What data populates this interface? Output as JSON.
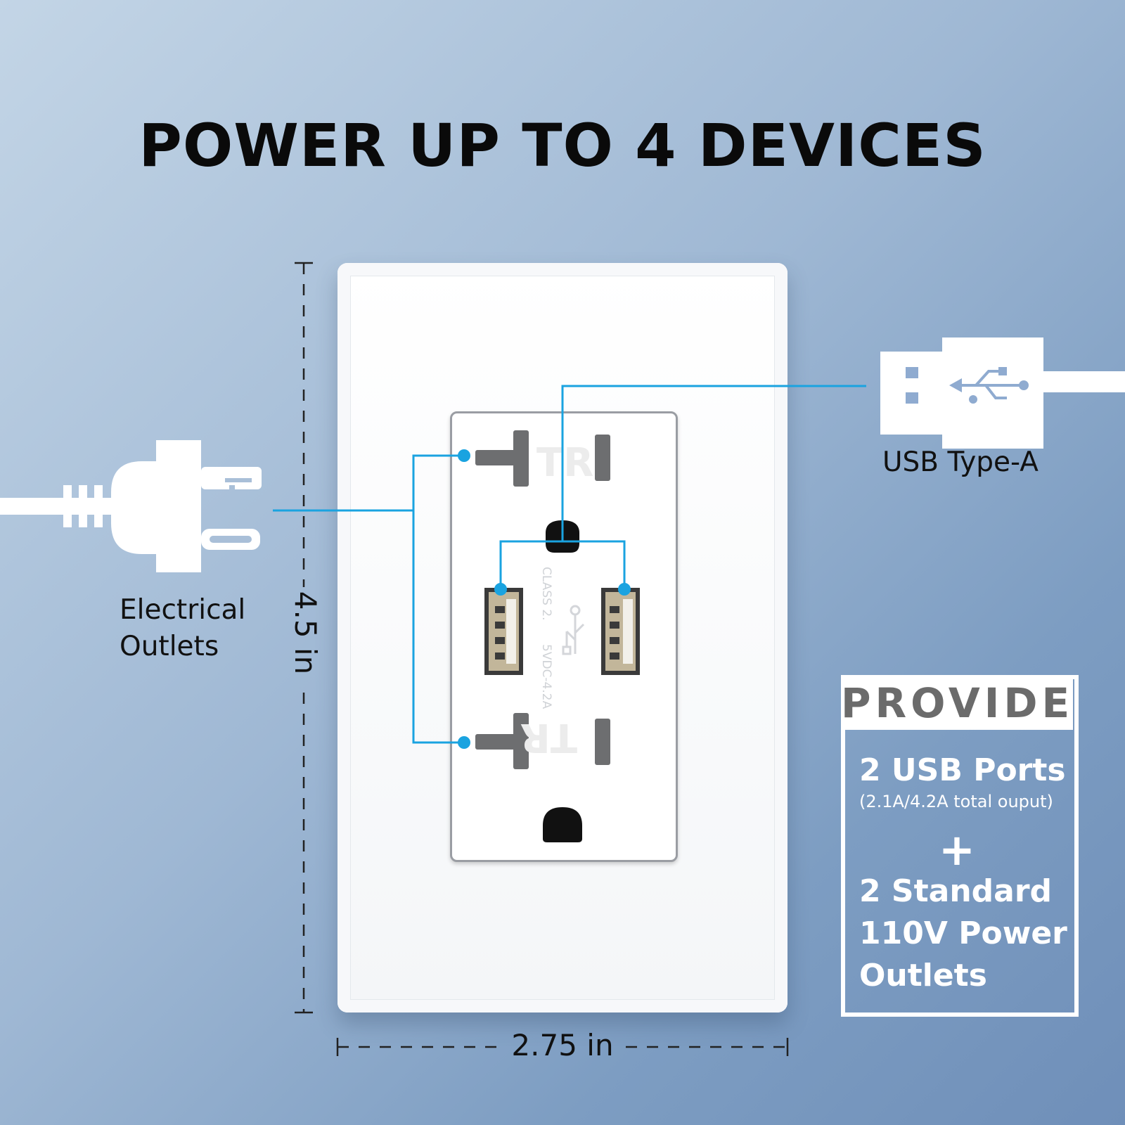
{
  "headline": "POWER UP TO 4 DEVICES",
  "labels": {
    "electrical_line1": "Electrical",
    "electrical_line2": "Outlets",
    "usb_type": "USB Type-A"
  },
  "dimensions": {
    "height": "4.5 in",
    "width": "2.75 in"
  },
  "outlet_markings": {
    "tr_top": "TR",
    "tr_bottom": "TR",
    "class_text": "CLASS 2.",
    "rating_text": "5VDC-4.2A"
  },
  "provide": {
    "title": "PROVIDE",
    "usb_ports": "2 USB Ports",
    "usb_output": "(2.1A/4.2A total ouput)",
    "plus": "+",
    "standard_line1": "2 Standard",
    "standard_line2": "110V Power",
    "standard_line3": "Outlets"
  },
  "icons": [
    "plug-icon",
    "usb-connector-icon",
    "usb-symbol-icon"
  ],
  "colors": {
    "accent_line": "#1aa3e0",
    "background": "#9fb8d4",
    "plate": "#ffffff",
    "slot": "#6d6e70"
  }
}
